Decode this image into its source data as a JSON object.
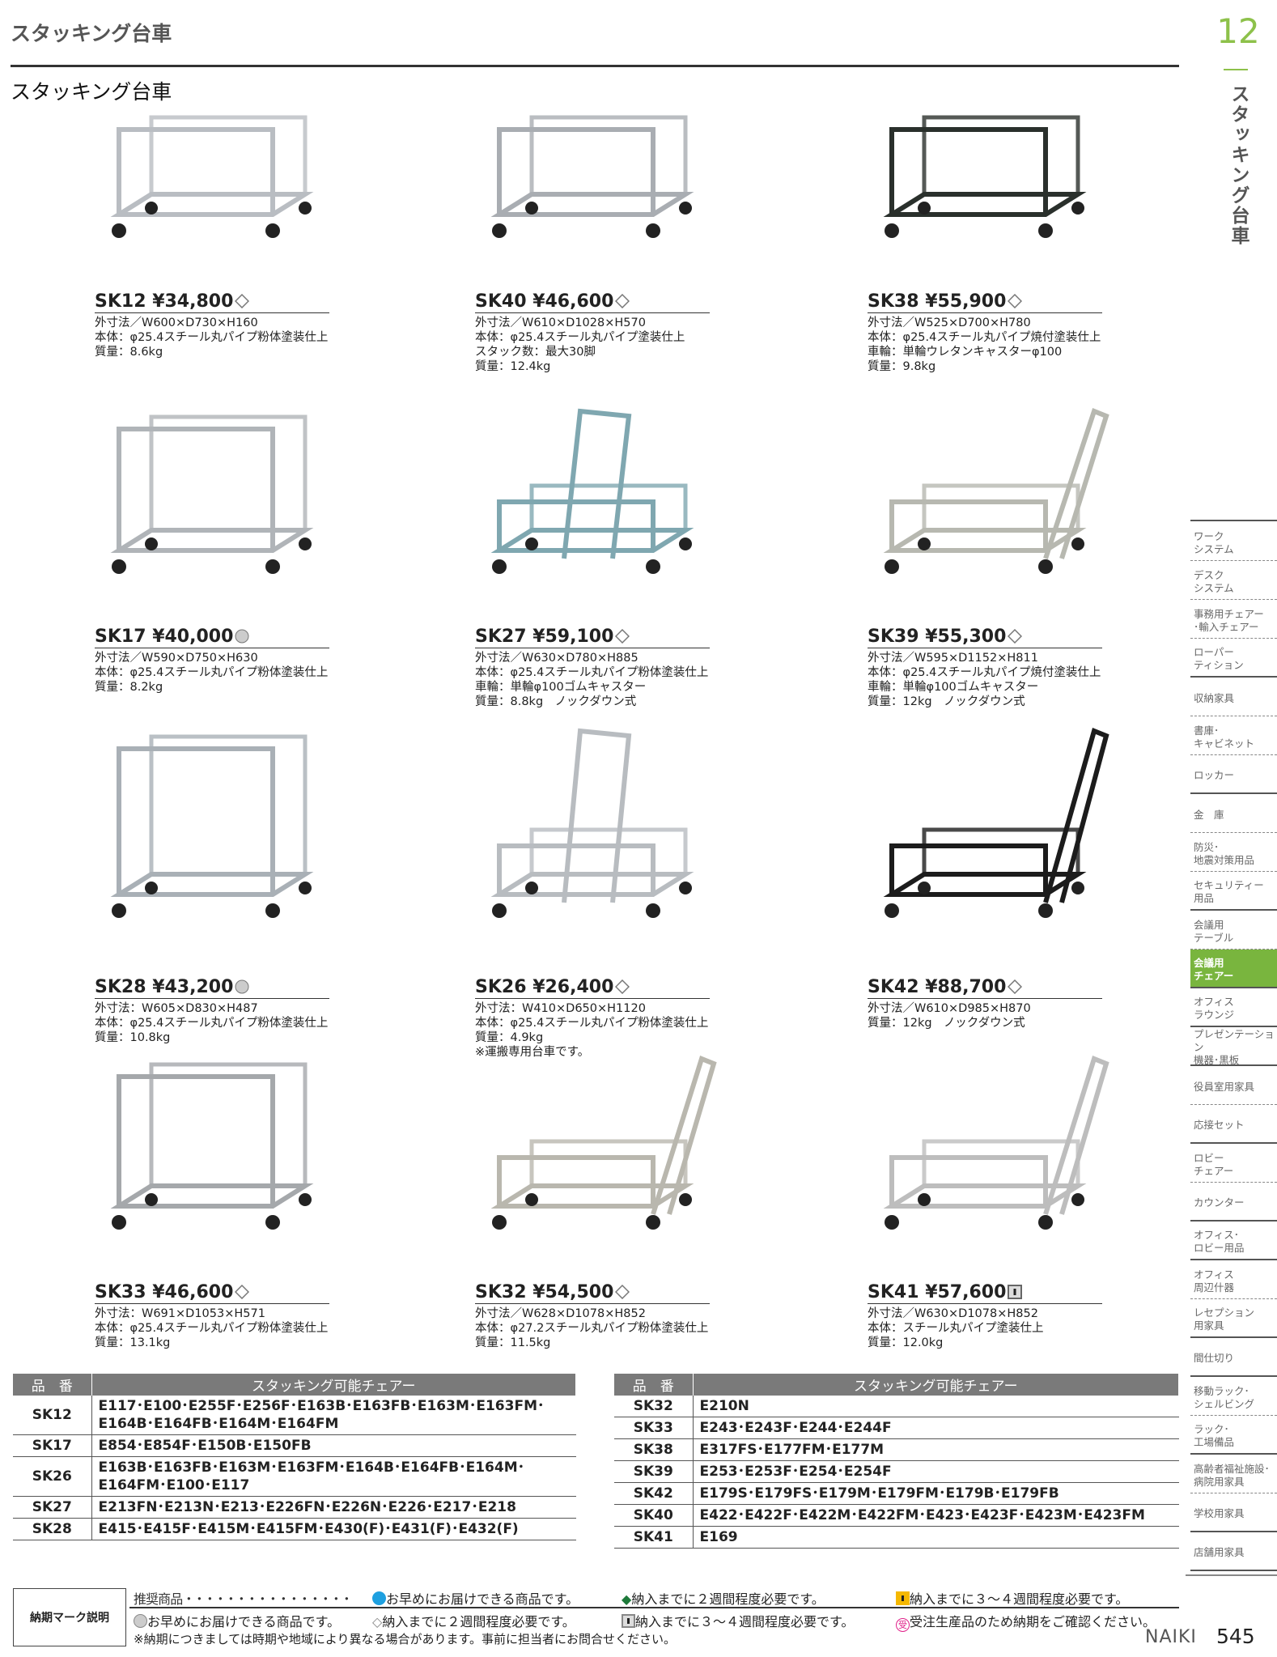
{
  "header": {
    "title": "スタッキング台車",
    "chapter": "12",
    "chapter_label": "スタッキング台車",
    "section_title": "スタッキング台車"
  },
  "products": [
    {
      "code": "SK12",
      "price": "¥34,800",
      "mark": "diamond",
      "color": "#b9bdc2",
      "specs": [
        "外寸法／W600×D730×H160",
        "本体：φ25.4スチール丸パイプ粉体塗装仕上",
        "質量：8.6kg"
      ]
    },
    {
      "code": "SK40",
      "price": "¥46,600",
      "mark": "diamond",
      "color": "#a9adb2",
      "specs": [
        "外寸法／W610×D1028×H570",
        "本体：φ25.4スチール丸パイプ塗装仕上",
        "スタック数：最大30脚",
        "質量：12.4kg"
      ]
    },
    {
      "code": "SK38",
      "price": "¥55,900",
      "mark": "diamond",
      "color": "#2a302c",
      "specs": [
        "外寸法／W525×D700×H780",
        "本体：φ25.4スチール丸パイプ焼付塗装仕上",
        "車輪：単輪ウレタンキャスターφ100",
        "質量：9.8kg"
      ]
    },
    {
      "code": "SK17",
      "price": "¥40,000",
      "mark": "circle",
      "color": "#b0b4b8",
      "specs": [
        "外寸法／W590×D750×H630",
        "本体：φ25.4スチール丸パイプ粉体塗装仕上",
        "質量：8.2kg"
      ]
    },
    {
      "code": "SK27",
      "price": "¥59,100",
      "mark": "diamond",
      "color": "#7fa7b0",
      "specs": [
        "外寸法／W630×D780×H885",
        "本体：φ25.4スチール丸パイプ粉体塗装仕上",
        "車輪：単輪φ100ゴムキャスター",
        "質量：8.8kg　ノックダウン式"
      ]
    },
    {
      "code": "SK39",
      "price": "¥55,300",
      "mark": "diamond",
      "color": "#b7b8b0",
      "specs": [
        "外寸法／W595×D1152×H811",
        "本体：φ25.4スチール丸パイプ焼付塗装仕上",
        "車輪：単輪φ100ゴムキャスター",
        "質量：12kg　ノックダウン式"
      ]
    },
    {
      "code": "SK28",
      "price": "¥43,200",
      "mark": "circle",
      "color": "#a9b0b6",
      "specs": [
        "外寸法：W605×D830×H487",
        "本体：φ25.4スチール丸パイプ粉体塗装仕上",
        "質量：10.8kg"
      ]
    },
    {
      "code": "SK26",
      "price": "¥26,400",
      "mark": "diamond",
      "color": "#b8bcc0",
      "specs": [
        "外寸法：W410×D650×H1120",
        "本体：φ25.4スチール丸パイプ粉体塗装仕上",
        "質量：4.9kg",
        "※運搬専用台車です。"
      ]
    },
    {
      "code": "SK42",
      "price": "¥88,700",
      "mark": "diamond",
      "color": "#1c1c1c",
      "specs": [
        "外寸法／W610×D985×H870",
        "質量：12kg　ノックダウン式"
      ]
    },
    {
      "code": "SK33",
      "price": "¥46,600",
      "mark": "diamond",
      "color": "#a5a8ab",
      "specs": [
        "外寸法：W691×D1053×H571",
        "本体：φ25.4スチール丸パイプ粉体塗装仕上",
        "質量：13.1kg"
      ]
    },
    {
      "code": "SK32",
      "price": "¥54,500",
      "mark": "diamond",
      "color": "#b9b7ae",
      "specs": [
        "外寸法／W628×D1078×H852",
        "本体：φ27.2スチール丸パイプ粉体塗装仕上",
        "質量：11.5kg"
      ]
    },
    {
      "code": "SK41",
      "price": "¥57,600",
      "mark": "square",
      "color": "#bdbdbd",
      "specs": [
        "外寸法／W630×D1078×H852",
        "本体：スチール丸パイプ塗装仕上",
        "質量：12.0kg"
      ]
    }
  ],
  "tables": {
    "header_code": "品　番",
    "header_chairs": "スタッキング可能チェアー",
    "left": [
      {
        "code": "SK12",
        "chairs": "E117･E100･E255F･E256F･E163B･E163FB･E163M･E163FM･E164B･E164FB･E164M･E164FM"
      },
      {
        "code": "SK17",
        "chairs": "E854･E854F･E150B･E150FB"
      },
      {
        "code": "SK26",
        "chairs": "E163B･E163FB･E163M･E163FM･E164B･E164FB･E164M･E164FM･E100･E117"
      },
      {
        "code": "SK27",
        "chairs": "E213FN･E213N･E213･E226FN･E226N･E226･E217･E218"
      },
      {
        "code": "SK28",
        "chairs": "E415･E415F･E415M･E415FM･E430(F)･E431(F)･E432(F)"
      }
    ],
    "right": [
      {
        "code": "SK32",
        "chairs": "E210N"
      },
      {
        "code": "SK33",
        "chairs": "E243･E243F･E244･E244F"
      },
      {
        "code": "SK38",
        "chairs": "E317FS･E177FM･E177M"
      },
      {
        "code": "SK39",
        "chairs": "E253･E253F･E254･E254F"
      },
      {
        "code": "SK42",
        "chairs": "E179S･E179FS･E179M･E179FM･E179B･E179FB"
      },
      {
        "code": "SK40",
        "chairs": "E422･E422F･E422M･E422FM･E423･E423F･E423M･E423FM"
      },
      {
        "code": "SK41",
        "chairs": "E169"
      }
    ]
  },
  "sidebar": [
    "ワーク\nシステム",
    "デスク\nシステム",
    "事務用チェアー\n･輸入チェアー",
    "ローパー\nティション",
    "収納家具",
    "書庫･\nキャビネット",
    "ロッカー",
    "金　庫",
    "防災･\n地震対策用品",
    "セキュリティー\n用品",
    "会議用\nテーブル",
    "会議用\nチェアー",
    "オフィス\nラウンジ",
    "プレゼンテーション\n機器･黒板",
    "役員室用家具",
    "応接セット",
    "ロビー\nチェアー",
    "カウンター",
    "オフィス･\nロビー用品",
    "オフィス\n周辺什器",
    "レセプション\n用家具",
    "間仕切り",
    "移動ラック･\nシェルビング",
    "ラック･\n工場備品",
    "高齢者福祉施設･\n病院用家具",
    "学校用家具",
    "店舗用家具"
  ],
  "legend": {
    "title": "納期マーク説明",
    "recommended": "推 奨 商 品 ・・・・・・・・・・・・・・・・",
    "blue_circle": "お早めにお届けできる商品です。",
    "green_diamond": "納入までに２週間程度必要です。",
    "yellow_square": "納入までに３～４週間程度必要です。",
    "gray_circle": "お早めにお届けできる商品です。",
    "diamond": "納入までに２週間程度必要です。",
    "square": "納入までに３～４週間程度必要です。",
    "made_to_order": "受注生産品のため納期をご確認ください。",
    "note": "※納期につきましては時期や地域により異なる場合があります。事前に担当者にお問合せください。"
  },
  "footer": {
    "brand": "NAIKI",
    "page": "545"
  }
}
